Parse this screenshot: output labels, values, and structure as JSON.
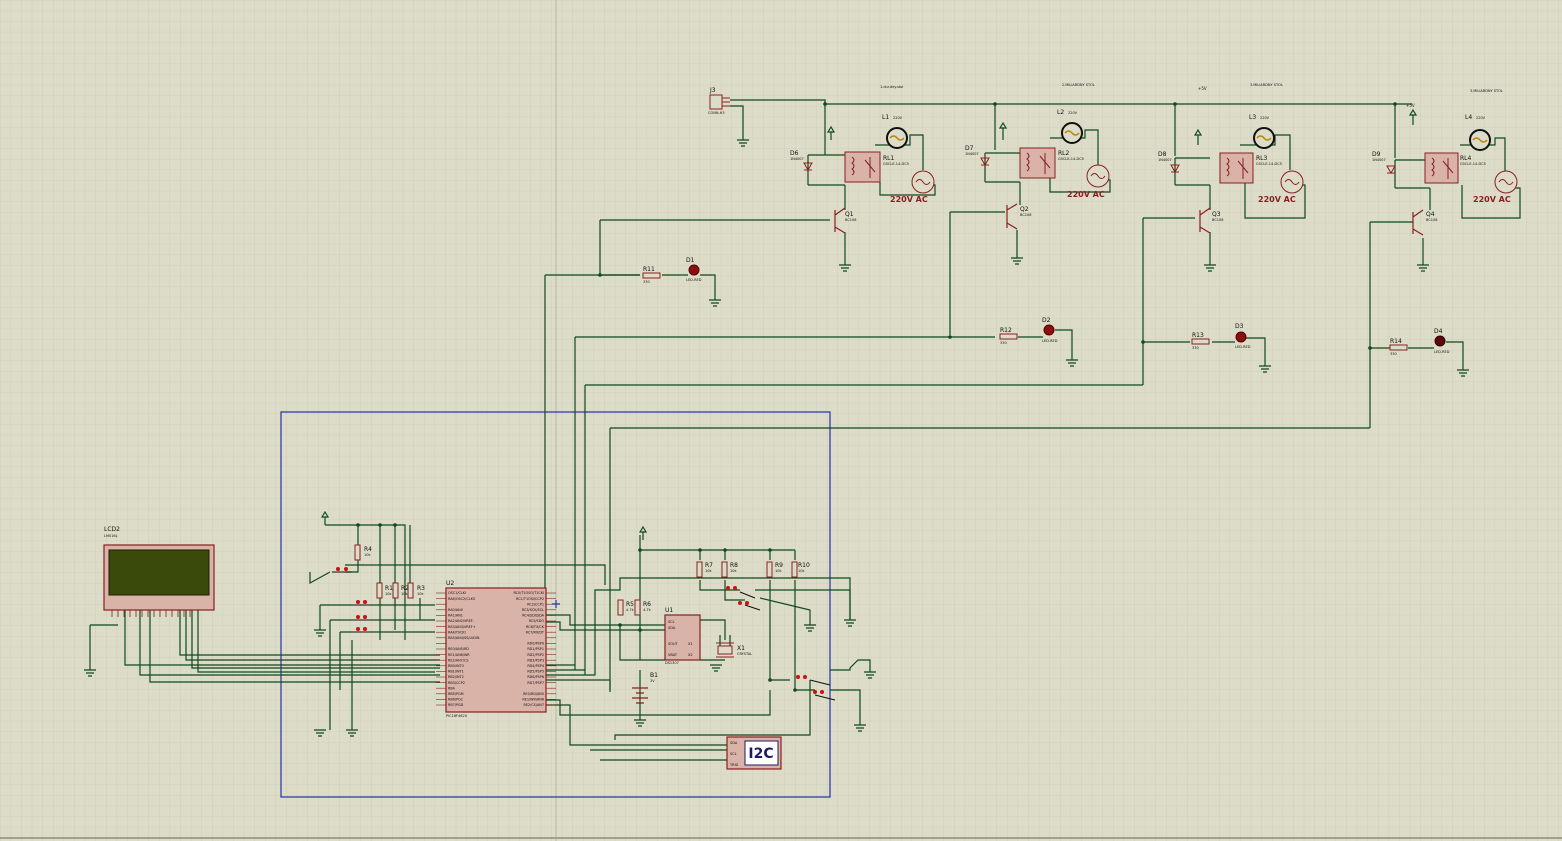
{
  "colors": {
    "sheet": "#dcdcc9",
    "grid": "#c6c6b2",
    "wire": "#0f4a1c",
    "part": "#8a1f1f",
    "label": "#101010",
    "frame": "#2233aa",
    "lcd": "#3a4a0a"
  },
  "labels": {
    "lcd": "LCD2",
    "lcd_sub": "LM016L",
    "j3": "J3",
    "j3_sub": "CONN-H3",
    "u1": "U1",
    "u1_sub": "DS1307",
    "u2": "U2",
    "u2_sub": "PIC18F4620",
    "x1": "X1",
    "x1_sub": "CRYSTAL",
    "b1": "B1",
    "b1_sub": "3V",
    "i2c": "I2C",
    "ac": "220V AC",
    "vcc": "+5V"
  },
  "relays": [
    {
      "rl": "RL1",
      "rl_sub": "G5CLE-14-DC5",
      "d": "D6",
      "d_sub": "1N4007",
      "q": "Q1",
      "q_sub": "BC108",
      "l": "L1",
      "l_sub": "220V",
      "title": "1.dur.dey.stol"
    },
    {
      "rl": "RL2",
      "rl_sub": "G5CLE-14-DC5",
      "d": "D7",
      "d_sub": "1N4007",
      "q": "Q2",
      "q_sub": "BC108",
      "l": "L2",
      "l_sub": "220V",
      "title": "2.MILIARDNY STOL"
    },
    {
      "rl": "RL3",
      "rl_sub": "G5CLE-14-DC5",
      "d": "D8",
      "d_sub": "1N4007",
      "q": "Q3",
      "q_sub": "BC108",
      "l": "L3",
      "l_sub": "220V",
      "title": "3.MILIARDNY STOL"
    },
    {
      "rl": "RL4",
      "rl_sub": "G5CLE-14-DC5",
      "d": "D9",
      "d_sub": "1N4007",
      "q": "Q4",
      "q_sub": "BC108",
      "l": "L4",
      "l_sub": "220V",
      "title": "3.MILIARDNY STOL"
    }
  ],
  "leds": [
    {
      "r": "R11",
      "r_sub": "330",
      "d": "D1",
      "d_sub": "LED-RED"
    },
    {
      "r": "R12",
      "r_sub": "330",
      "d": "D2",
      "d_sub": "LED-RED"
    },
    {
      "r": "R13",
      "r_sub": "330",
      "d": "D3",
      "d_sub": "LED-RED"
    },
    {
      "r": "R14",
      "r_sub": "330",
      "d": "D4",
      "d_sub": "LED-RED"
    }
  ],
  "resistors": [
    {
      "name": "R4",
      "sub": "10k"
    },
    {
      "name": "R1",
      "sub": "10k"
    },
    {
      "name": "R2",
      "sub": "10k"
    },
    {
      "name": "R3",
      "sub": "10k"
    },
    {
      "name": "R5",
      "sub": "4.7k"
    },
    {
      "name": "R6",
      "sub": "4.7k"
    },
    {
      "name": "R7",
      "sub": "10k"
    },
    {
      "name": "R8",
      "sub": "10k"
    },
    {
      "name": "R9",
      "sub": "10k"
    },
    {
      "name": "R10",
      "sub": "10k"
    }
  ],
  "u2_pins_left": [
    "OSC1/CLKI",
    "RA6/OSC2/CLKO",
    "",
    "RA0/AN0",
    "RA1/AN1",
    "RA2/AN2/VREF-",
    "RA3/AN3/VREF+",
    "RA4/T0CKI",
    "RA5/AN4/SS/LVDIN",
    "",
    "RE0/AN5/RD",
    "RE1/AN6/WR",
    "RE2/AN7/CS",
    "RB0/INT0",
    "RB1/INT1",
    "RB2/INT2",
    "RB3/CCP2",
    "RB4",
    "RB5/PGM",
    "RB6/PGC",
    "RB7/PGD"
  ],
  "u2_pins_right": [
    "RC0/T1OSO/T1CKI",
    "RC1/T1OSI/CCP2",
    "RC2/CCP1",
    "RC3/SCK/SCL",
    "RC4/SDI/SDA",
    "RC5/SDO",
    "RC6/TX/CK",
    "RC7/RX/DT",
    "",
    "RD0/PSP0",
    "RD1/PSP1",
    "RD2/PSP2",
    "RD3/PSP3",
    "RD4/PSP4",
    "RD5/PSP5",
    "RD6/PSP6",
    "RD7/PSP7",
    "",
    "RE0/RD/AN5",
    "RE1/WR/AN6",
    "RE2/CS/AN7"
  ],
  "u1_pins": [
    "SCL",
    "SDA",
    "SOUT",
    "VBAT",
    "X1",
    "X2"
  ]
}
